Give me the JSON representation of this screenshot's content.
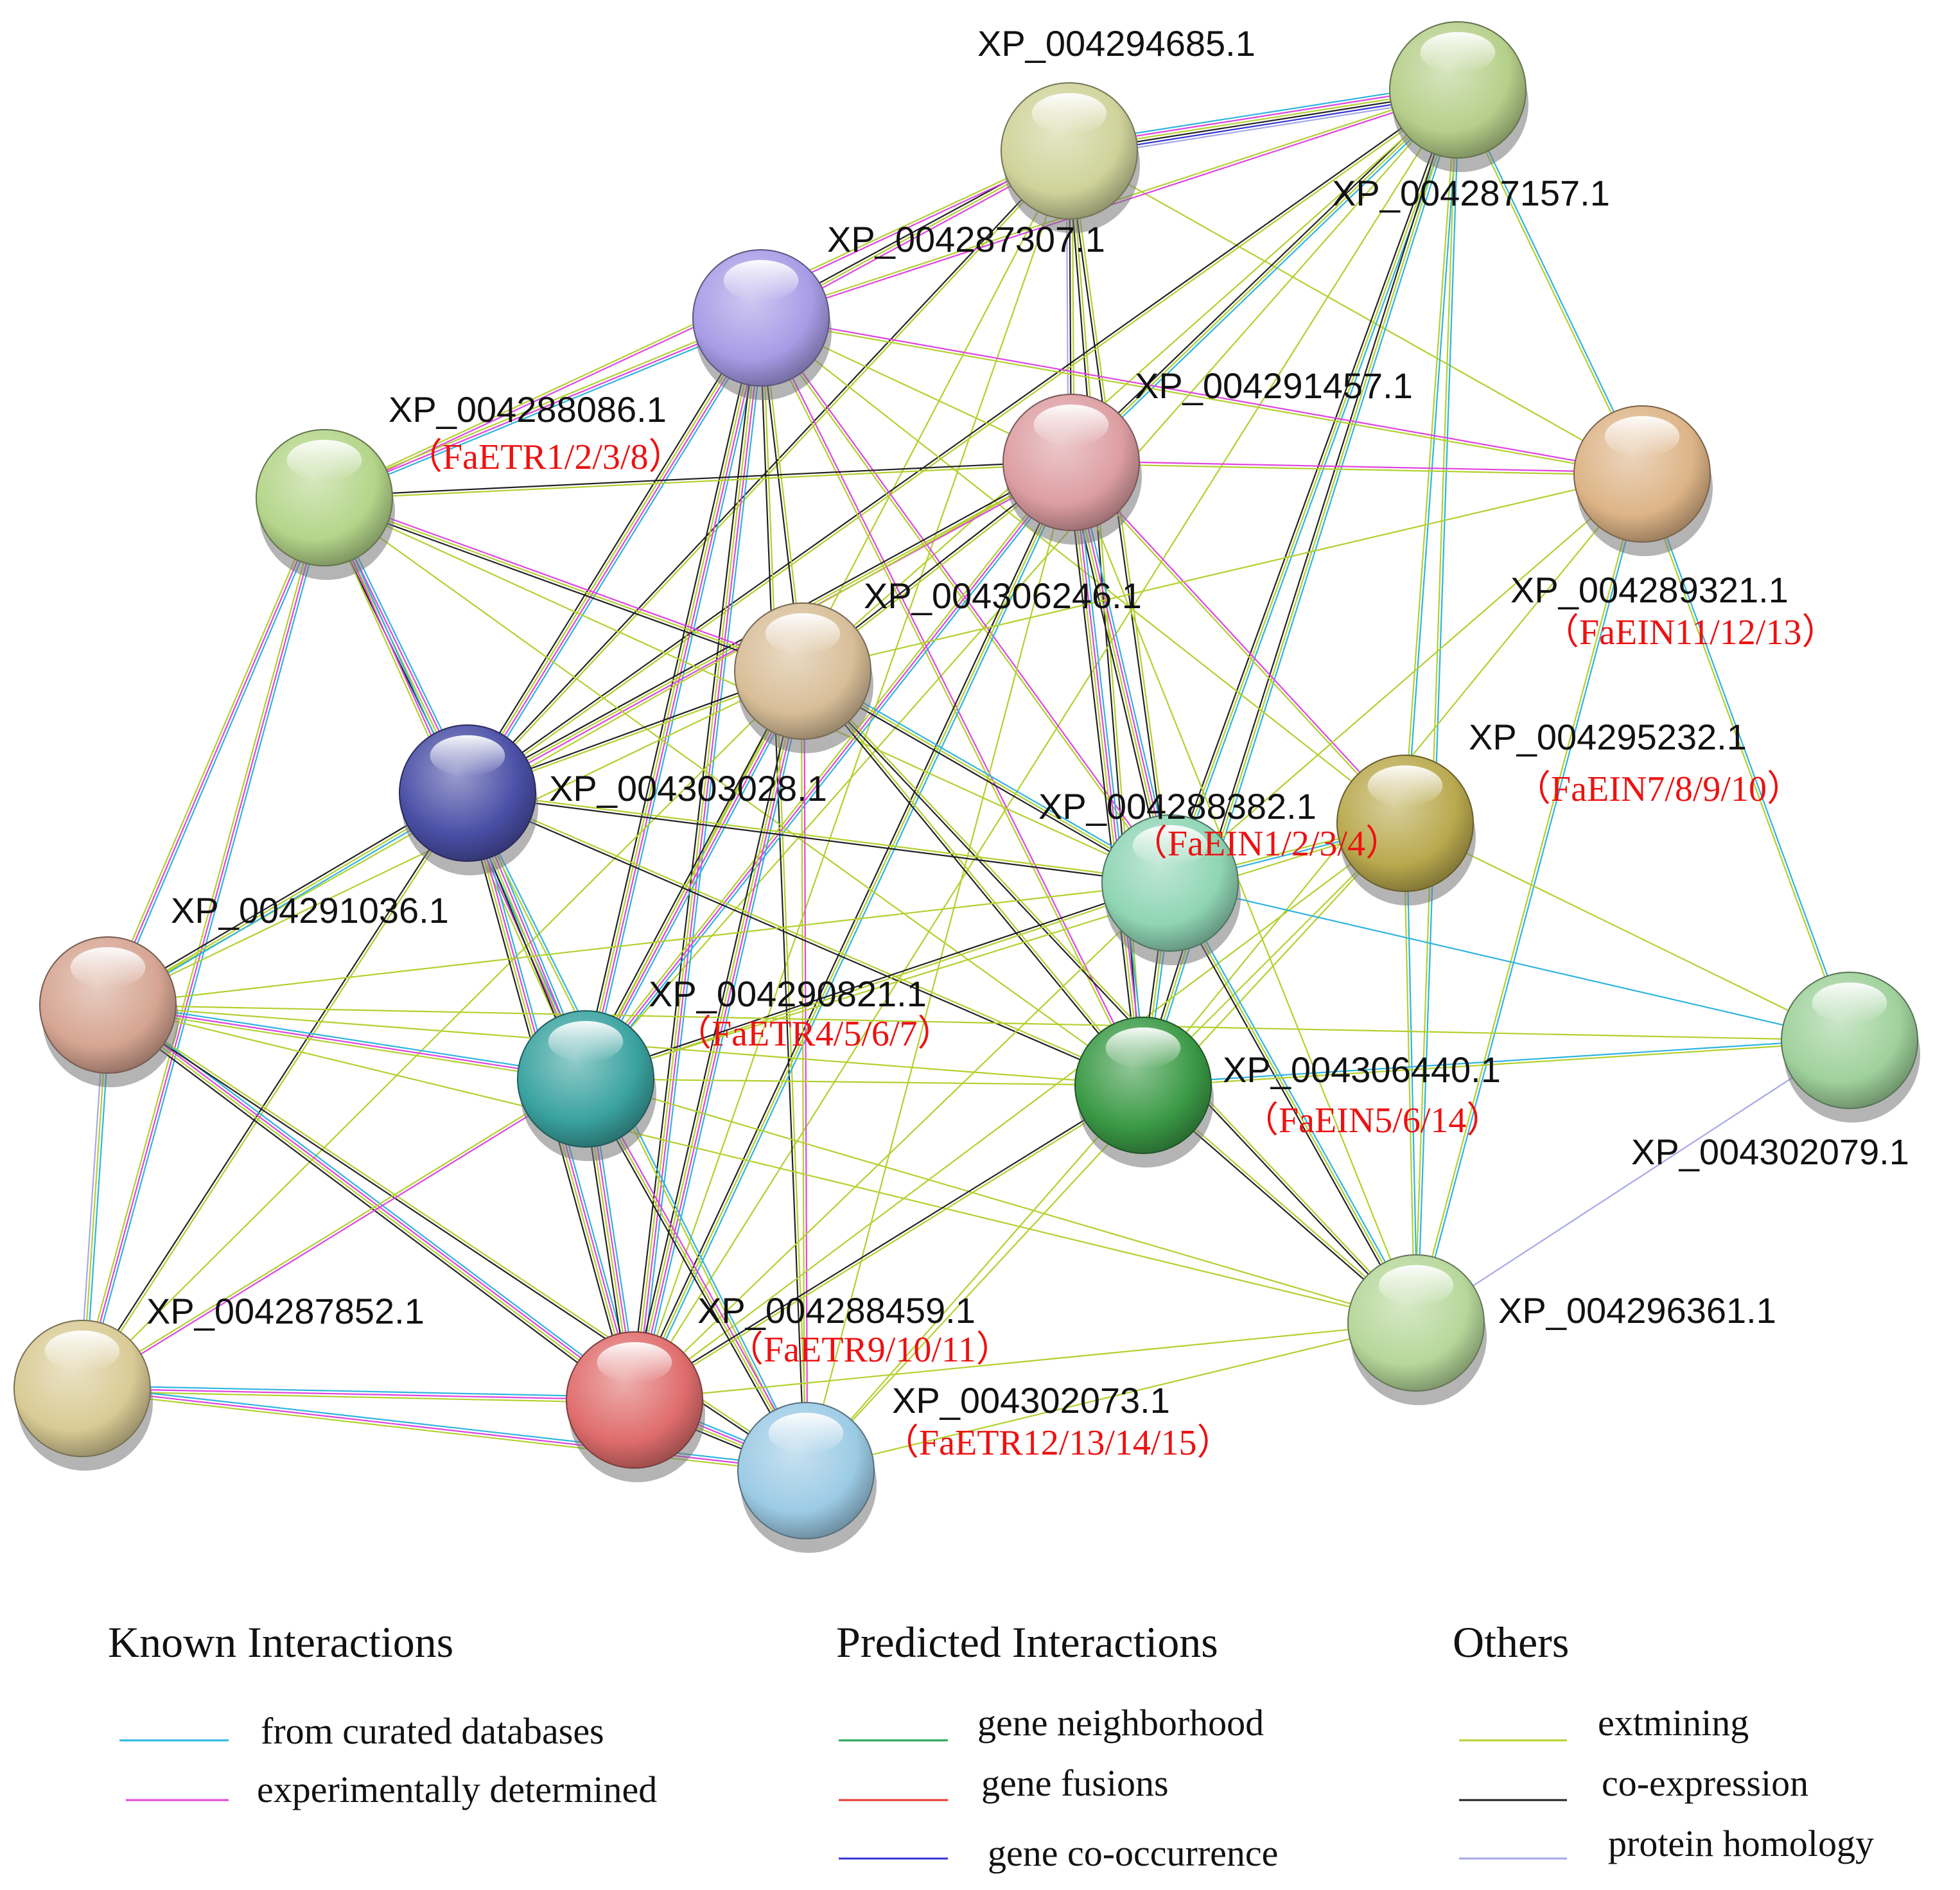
{
  "network": {
    "nodes": [
      {
        "id": "n1",
        "label": "XP_004294685.1",
        "alias": "",
        "color": "#cfd39a"
      },
      {
        "id": "n2",
        "label": "XP_004287157.1",
        "alias": "",
        "color": "#b6cf8a"
      },
      {
        "id": "n3",
        "label": "XP_004287307.1",
        "alias": "",
        "color": "#a79ce6"
      },
      {
        "id": "n4",
        "label": "XP_004291457.1",
        "alias": "",
        "color": "#dd9ea2"
      },
      {
        "id": "n5",
        "label": "XP_004288086.1",
        "alias": "（FaETR1/2/3/8）",
        "color": "#b4d58a"
      },
      {
        "id": "n6",
        "label": "XP_004289321.1",
        "alias": "（FaEIN11/12/13）",
        "color": "#ddb487"
      },
      {
        "id": "n7",
        "label": "XP_004306246.1",
        "alias": "",
        "color": "#d8be98"
      },
      {
        "id": "n8",
        "label": "XP_004303028.1",
        "alias": "",
        "color": "#4a4fa6"
      },
      {
        "id": "n9",
        "label": "XP_004295232.1",
        "alias": "（FaEIN7/8/9/10）",
        "color": "#b9a94e"
      },
      {
        "id": "n10",
        "label": "XP_004288382.1",
        "alias": "（FaEIN1/2/3/4）",
        "color": "#8fd5b4"
      },
      {
        "id": "n11",
        "label": "XP_004291036.1",
        "alias": "",
        "color": "#d6a592"
      },
      {
        "id": "n12",
        "label": "XP_004290821.1",
        "alias": "（FaETR4/5/6/7）",
        "color": "#3aa3a0"
      },
      {
        "id": "n13",
        "label": "XP_004306440.1",
        "alias": "（FaEIN5/6/14）",
        "color": "#3b9a46"
      },
      {
        "id": "n14",
        "label": "XP_004302079.1",
        "alias": "",
        "color": "#9fd19b"
      },
      {
        "id": "n15",
        "label": "XP_004287852.1",
        "alias": "",
        "color": "#d9cb95"
      },
      {
        "id": "n16",
        "label": "XP_004288459.1",
        "alias": "（FaETR9/10/11）",
        "color": "#e06d6d"
      },
      {
        "id": "n17",
        "label": "XP_004302073.1",
        "alias": "（FaETR12/13/14/15）",
        "color": "#9ccbe5"
      },
      {
        "id": "n18",
        "label": "XP_004296361.1",
        "alias": "",
        "color": "#b6d79a"
      }
    ],
    "edges": [
      {
        "a": "n1",
        "b": "n2",
        "types": [
          "curated",
          "experimental",
          "textmining",
          "coexpression",
          "cooccurrence",
          "homology"
        ]
      },
      {
        "a": "n1",
        "b": "n3",
        "types": [
          "experimental",
          "textmining",
          "coexpression"
        ]
      },
      {
        "a": "n1",
        "b": "n4",
        "types": [
          "textmining",
          "coexpression",
          "homology"
        ]
      },
      {
        "a": "n1",
        "b": "n5",
        "types": [
          "experimental",
          "textmining"
        ]
      },
      {
        "a": "n1",
        "b": "n6",
        "types": [
          "textmining"
        ]
      },
      {
        "a": "n1",
        "b": "n8",
        "types": [
          "textmining",
          "coexpression"
        ]
      },
      {
        "a": "n1",
        "b": "n10",
        "types": [
          "textmining",
          "coexpression"
        ]
      },
      {
        "a": "n1",
        "b": "n12",
        "types": [
          "textmining"
        ]
      },
      {
        "a": "n1",
        "b": "n13",
        "types": [
          "textmining",
          "coexpression"
        ]
      },
      {
        "a": "n1",
        "b": "n16",
        "types": [
          "textmining"
        ]
      },
      {
        "a": "n2",
        "b": "n3",
        "types": [
          "experimental",
          "textmining"
        ]
      },
      {
        "a": "n2",
        "b": "n4",
        "types": [
          "curated",
          "textmining",
          "coexpression"
        ]
      },
      {
        "a": "n2",
        "b": "n6",
        "types": [
          "curated",
          "textmining"
        ]
      },
      {
        "a": "n2",
        "b": "n7",
        "types": [
          "textmining"
        ]
      },
      {
        "a": "n2",
        "b": "n8",
        "types": [
          "textmining",
          "coexpression"
        ]
      },
      {
        "a": "n2",
        "b": "n9",
        "types": [
          "curated",
          "textmining"
        ]
      },
      {
        "a": "n2",
        "b": "n10",
        "types": [
          "curated",
          "textmining",
          "coexpression"
        ]
      },
      {
        "a": "n2",
        "b": "n12",
        "types": [
          "textmining"
        ]
      },
      {
        "a": "n2",
        "b": "n13",
        "types": [
          "curated",
          "textmining",
          "coexpression"
        ]
      },
      {
        "a": "n2",
        "b": "n16",
        "types": [
          "textmining"
        ]
      },
      {
        "a": "n2",
        "b": "n18",
        "types": [
          "curated",
          "textmining"
        ]
      },
      {
        "a": "n3",
        "b": "n4",
        "types": [
          "textmining"
        ]
      },
      {
        "a": "n3",
        "b": "n5",
        "types": [
          "curated",
          "experimental",
          "textmining"
        ]
      },
      {
        "a": "n3",
        "b": "n6",
        "types": [
          "experimental",
          "textmining"
        ]
      },
      {
        "a": "n3",
        "b": "n7",
        "types": [
          "textmining",
          "coexpression"
        ]
      },
      {
        "a": "n3",
        "b": "n8",
        "types": [
          "curated",
          "experimental",
          "textmining",
          "coexpression"
        ]
      },
      {
        "a": "n3",
        "b": "n9",
        "types": [
          "textmining"
        ]
      },
      {
        "a": "n3",
        "b": "n10",
        "types": [
          "experimental",
          "textmining"
        ]
      },
      {
        "a": "n3",
        "b": "n12",
        "types": [
          "curated",
          "experimental",
          "textmining",
          "coexpression"
        ]
      },
      {
        "a": "n3",
        "b": "n13",
        "types": [
          "experimental",
          "textmining"
        ]
      },
      {
        "a": "n3",
        "b": "n16",
        "types": [
          "curated",
          "experimental",
          "textmining",
          "coexpression"
        ]
      },
      {
        "a": "n3",
        "b": "n17",
        "types": [
          "textmining",
          "coexpression"
        ]
      },
      {
        "a": "n4",
        "b": "n5",
        "types": [
          "textmining",
          "coexpression"
        ]
      },
      {
        "a": "n4",
        "b": "n6",
        "types": [
          "experimental",
          "textmining"
        ]
      },
      {
        "a": "n4",
        "b": "n7",
        "types": [
          "textmining",
          "coexpression"
        ]
      },
      {
        "a": "n4",
        "b": "n8",
        "types": [
          "experimental",
          "textmining",
          "coexpression"
        ]
      },
      {
        "a": "n4",
        "b": "n9",
        "types": [
          "experimental",
          "textmining"
        ]
      },
      {
        "a": "n4",
        "b": "n10",
        "types": [
          "curated",
          "experimental",
          "textmining",
          "coexpression"
        ]
      },
      {
        "a": "n4",
        "b": "n11",
        "types": [
          "textmining"
        ]
      },
      {
        "a": "n4",
        "b": "n12",
        "types": [
          "curated",
          "experimental",
          "textmining"
        ]
      },
      {
        "a": "n4",
        "b": "n13",
        "types": [
          "curated",
          "experimental",
          "textmining",
          "coexpression"
        ]
      },
      {
        "a": "n4",
        "b": "n16",
        "types": [
          "curated",
          "textmining",
          "coexpression"
        ]
      },
      {
        "a": "n4",
        "b": "n17",
        "types": [
          "textmining"
        ]
      },
      {
        "a": "n4",
        "b": "n18",
        "types": [
          "textmining"
        ]
      },
      {
        "a": "n5",
        "b": "n7",
        "types": [
          "experimental",
          "textmining",
          "coexpression"
        ]
      },
      {
        "a": "n5",
        "b": "n8",
        "types": [
          "curated",
          "experimental",
          "textmining",
          "coexpression"
        ]
      },
      {
        "a": "n5",
        "b": "n11",
        "types": [
          "curated",
          "experimental",
          "textmining"
        ]
      },
      {
        "a": "n5",
        "b": "n12",
        "types": [
          "curated",
          "experimental",
          "textmining"
        ]
      },
      {
        "a": "n5",
        "b": "n15",
        "types": [
          "curated",
          "experimental",
          "textmining"
        ]
      },
      {
        "a": "n5",
        "b": "n10",
        "types": [
          "textmining"
        ]
      },
      {
        "a": "n5",
        "b": "n13",
        "types": [
          "textmining"
        ]
      },
      {
        "a": "n6",
        "b": "n7",
        "types": [
          "textmining"
        ]
      },
      {
        "a": "n6",
        "b": "n10",
        "types": [
          "textmining"
        ]
      },
      {
        "a": "n6",
        "b": "n13",
        "types": [
          "textmining"
        ]
      },
      {
        "a": "n6",
        "b": "n14",
        "types": [
          "curated",
          "textmining"
        ]
      },
      {
        "a": "n6",
        "b": "n18",
        "types": [
          "curated",
          "textmining"
        ]
      },
      {
        "a": "n7",
        "b": "n8",
        "types": [
          "textmining",
          "coexpression"
        ]
      },
      {
        "a": "n7",
        "b": "n10",
        "types": [
          "curated",
          "textmining",
          "coexpression"
        ]
      },
      {
        "a": "n7",
        "b": "n11",
        "types": [
          "textmining"
        ]
      },
      {
        "a": "n7",
        "b": "n12",
        "types": [
          "curated",
          "experimental",
          "textmining",
          "coexpression"
        ]
      },
      {
        "a": "n7",
        "b": "n13",
        "types": [
          "textmining",
          "coexpression"
        ]
      },
      {
        "a": "n7",
        "b": "n15",
        "types": [
          "textmining"
        ]
      },
      {
        "a": "n7",
        "b": "n16",
        "types": [
          "curated",
          "experimental",
          "textmining",
          "coexpression"
        ]
      },
      {
        "a": "n7",
        "b": "n17",
        "types": [
          "experimental",
          "textmining"
        ]
      },
      {
        "a": "n7",
        "b": "n18",
        "types": [
          "textmining",
          "coexpression"
        ]
      },
      {
        "a": "n8",
        "b": "n10",
        "types": [
          "textmining",
          "coexpression"
        ]
      },
      {
        "a": "n8",
        "b": "n11",
        "types": [
          "curated",
          "textmining",
          "coexpression"
        ]
      },
      {
        "a": "n8",
        "b": "n12",
        "types": [
          "curated",
          "experimental",
          "textmining",
          "coexpression"
        ]
      },
      {
        "a": "n8",
        "b": "n13",
        "types": [
          "textmining",
          "coexpression"
        ]
      },
      {
        "a": "n8",
        "b": "n15",
        "types": [
          "textmining",
          "coexpression"
        ]
      },
      {
        "a": "n8",
        "b": "n16",
        "types": [
          "curated",
          "experimental",
          "textmining",
          "coexpression"
        ]
      },
      {
        "a": "n8",
        "b": "n17",
        "types": [
          "curated",
          "textmining"
        ]
      },
      {
        "a": "n9",
        "b": "n10",
        "types": [
          "curated",
          "textmining"
        ]
      },
      {
        "a": "n9",
        "b": "n12",
        "types": [
          "textmining"
        ]
      },
      {
        "a": "n9",
        "b": "n13",
        "types": [
          "textmining"
        ]
      },
      {
        "a": "n9",
        "b": "n14",
        "types": [
          "textmining"
        ]
      },
      {
        "a": "n9",
        "b": "n16",
        "types": [
          "textmining"
        ]
      },
      {
        "a": "n9",
        "b": "n17",
        "types": [
          "textmining"
        ]
      },
      {
        "a": "n9",
        "b": "n18",
        "types": [
          "curated",
          "textmining"
        ]
      },
      {
        "a": "n10",
        "b": "n11",
        "types": [
          "textmining"
        ]
      },
      {
        "a": "n10",
        "b": "n12",
        "types": [
          "textmining",
          "coexpression"
        ]
      },
      {
        "a": "n10",
        "b": "n13",
        "types": [
          "curated",
          "textmining",
          "coexpression"
        ]
      },
      {
        "a": "n10",
        "b": "n14",
        "types": [
          "curated"
        ]
      },
      {
        "a": "n10",
        "b": "n16",
        "types": [
          "textmining"
        ]
      },
      {
        "a": "n10",
        "b": "n18",
        "types": [
          "curated",
          "textmining",
          "coexpression"
        ]
      },
      {
        "a": "n11",
        "b": "n12",
        "types": [
          "curated",
          "experimental",
          "textmining"
        ]
      },
      {
        "a": "n11",
        "b": "n13",
        "types": [
          "textmining"
        ]
      },
      {
        "a": "n11",
        "b": "n14",
        "types": [
          "textmining"
        ]
      },
      {
        "a": "n11",
        "b": "n15",
        "types": [
          "curated",
          "textmining",
          "homology"
        ]
      },
      {
        "a": "n11",
        "b": "n16",
        "types": [
          "curated",
          "experimental",
          "textmining",
          "coexpression"
        ]
      },
      {
        "a": "n11",
        "b": "n17",
        "types": [
          "textmining",
          "coexpression"
        ]
      },
      {
        "a": "n11",
        "b": "n18",
        "types": [
          "textmining"
        ]
      },
      {
        "a": "n12",
        "b": "n13",
        "types": [
          "textmining"
        ]
      },
      {
        "a": "n12",
        "b": "n15",
        "types": [
          "experimental",
          "textmining"
        ]
      },
      {
        "a": "n12",
        "b": "n16",
        "types": [
          "curated",
          "experimental",
          "textmining",
          "coexpression"
        ]
      },
      {
        "a": "n12",
        "b": "n17",
        "types": [
          "experimental",
          "textmining",
          "coexpression"
        ]
      },
      {
        "a": "n12",
        "b": "n18",
        "types": [
          "textmining"
        ]
      },
      {
        "a": "n13",
        "b": "n14",
        "types": [
          "curated",
          "textmining"
        ]
      },
      {
        "a": "n13",
        "b": "n16",
        "types": [
          "textmining",
          "coexpression"
        ]
      },
      {
        "a": "n13",
        "b": "n17",
        "types": [
          "textmining"
        ]
      },
      {
        "a": "n13",
        "b": "n18",
        "types": [
          "textmining",
          "coexpression"
        ]
      },
      {
        "a": "n14",
        "b": "n18",
        "types": [
          "homology"
        ]
      },
      {
        "a": "n15",
        "b": "n16",
        "types": [
          "curated",
          "experimental",
          "textmining"
        ]
      },
      {
        "a": "n15",
        "b": "n17",
        "types": [
          "curated",
          "experimental",
          "textmining"
        ]
      },
      {
        "a": "n16",
        "b": "n17",
        "types": [
          "curated",
          "experimental",
          "textmining",
          "coexpression"
        ]
      },
      {
        "a": "n16",
        "b": "n18",
        "types": [
          "textmining"
        ]
      },
      {
        "a": "n17",
        "b": "n18",
        "types": [
          "textmining"
        ]
      }
    ]
  },
  "edge_colors": {
    "curated": "#2eb4e0",
    "experimental": "#e044e0",
    "neighborhood": "#26a653",
    "fusion": "#e8362d",
    "cooccurrence": "#3434d8",
    "textmining": "#b3d02e",
    "coexpression": "#222222",
    "homology": "#a7a7e8"
  },
  "legend": {
    "groups": [
      {
        "heading": "Known Interactions",
        "items": [
          {
            "type": "curated",
            "label": "from curated databases"
          },
          {
            "type": "experimental",
            "label": "experimentally determined"
          }
        ]
      },
      {
        "heading": "Predicted Interactions",
        "items": [
          {
            "type": "neighborhood",
            "label": "gene neighborhood"
          },
          {
            "type": "fusion",
            "label": "gene fusions"
          },
          {
            "type": "cooccurrence",
            "label": "gene co-occurrence"
          }
        ]
      },
      {
        "heading": "Others",
        "items": [
          {
            "type": "textmining",
            "label": "extmining"
          },
          {
            "type": "coexpression",
            "label": "co-expression"
          },
          {
            "type": "homology",
            "label": "protein homology"
          }
        ]
      }
    ]
  }
}
